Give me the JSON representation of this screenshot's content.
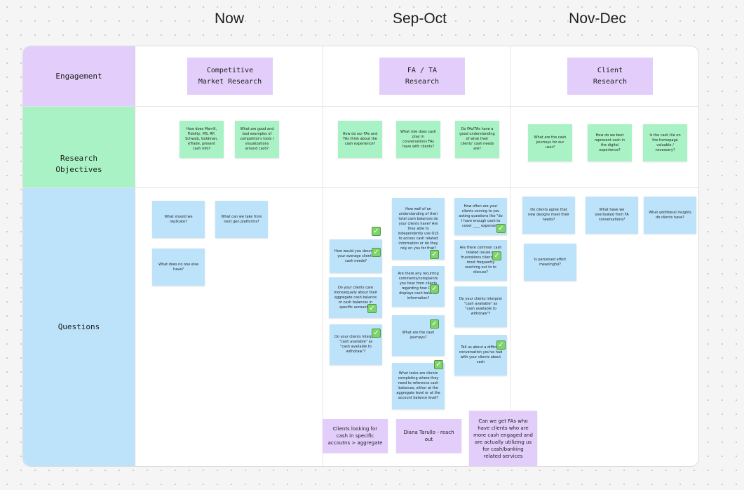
{
  "columns": {
    "now": "Now",
    "sep_oct": "Sep-Oct",
    "nov_dec": "Nov-Dec"
  },
  "rows": {
    "engagement": "Engagement",
    "objectives": "Research\nObjectives",
    "questions": "Questions"
  },
  "colors": {
    "engagement_row": "#e3cdfa",
    "objectives_row": "#a9f2c5",
    "questions_row": "#bde3fb",
    "check": "#7fd36b"
  },
  "engagement": {
    "now": "Competitive\nMarket Research",
    "sep_oct": "FA / TA\nResearch",
    "nov_dec": "Client\nResearch"
  },
  "objectives": [
    "How does Merrill, Fidelity, MS, RP, Schwab, Goldman, eTrade, present cash info?",
    "What are good and bad examples of competitor's tools / visualizations around cash?",
    "How do our FAs and TAs think about the cash experience?",
    "What role does cash play in conversations FAs have with clients?",
    "Do FAs/TAs have a good understanding of what their clients' cash needs are?",
    "What are the cash journeys for our user?",
    "How do we best represent cash in the digital experience?",
    "Is the cash tile on the homepage valuable / necessary?"
  ],
  "questions": {
    "now": [
      "What should we replicate?",
      "What can we take from next gen platforms?",
      "What does no one else have?"
    ],
    "sep_oct_left": [
      "How would you describe your average client's cash needs?",
      "Do your clients care more/equally about their aggregate cash balance or cash balances in specific accounts?",
      "Do your clients interpret \"cash available\" as \"cash available to withdraw\"?"
    ],
    "sep_oct_mid": [
      "How well of an understanding of their total cash balances do your clients have? Are they able to independently use OLS to access cash related information or do they rely on you for that?",
      "Are there any recurring comments/complaints you hear from clients regarding how OLS displays cash balance information?",
      "What are the cash journeys?",
      "What tasks are clients completing where they need to reference cash balances, either at the aggregate level or at the account balance level?"
    ],
    "sep_oct_right": [
      "How often are your clients coming to you asking questions like \"do I have enough cash to cover ____ expense\"?",
      "Are there common cash related issues or frustrations clients are most frequently reaching out to to discuss?",
      "Do your clients interpret \"cash available\" as \"cash available to withdraw\"?",
      "Tell us about a difficult conversation you've had with your clients about cash"
    ],
    "nov_dec": [
      "Do clients agree that new designs meet their needs?",
      "What have we overlooked from FA conversations?",
      "What additional insights do clients have?",
      "Is perceived effort meaningful?"
    ]
  },
  "notes": [
    "Clients looking for cash in specific accoutns > aggregate",
    "Diana Tarullo - reach out",
    "Can we get FAs who have clients who are more cash engaged and are actually utilizing us for cash/banking related services"
  ],
  "check_glyph": "✓"
}
